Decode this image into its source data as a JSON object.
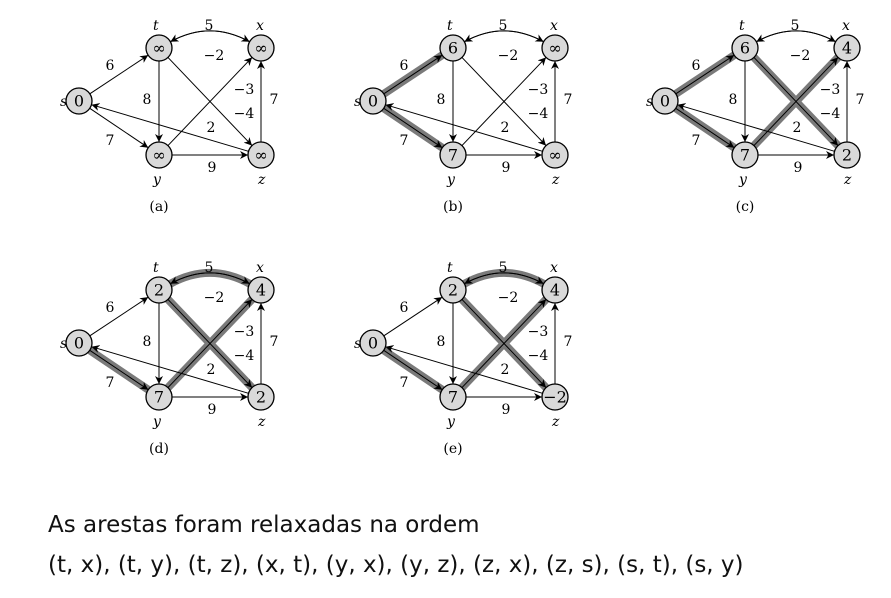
{
  "nodes": [
    {
      "id": "s",
      "label": "s"
    },
    {
      "id": "t",
      "label": "t"
    },
    {
      "id": "x",
      "label": "x"
    },
    {
      "id": "y",
      "label": "y"
    },
    {
      "id": "z",
      "label": "z"
    }
  ],
  "edges": [
    {
      "from": "s",
      "to": "t",
      "weight": "6"
    },
    {
      "from": "s",
      "to": "y",
      "weight": "7"
    },
    {
      "from": "t",
      "to": "x",
      "weight": "5"
    },
    {
      "from": "x",
      "to": "t",
      "weight": "−2"
    },
    {
      "from": "t",
      "to": "y",
      "weight": "8"
    },
    {
      "from": "t",
      "to": "z",
      "weight": "−4"
    },
    {
      "from": "y",
      "to": "x",
      "weight": "−3"
    },
    {
      "from": "y",
      "to": "z",
      "weight": "9"
    },
    {
      "from": "z",
      "to": "x",
      "weight": "7"
    },
    {
      "from": "z",
      "to": "s",
      "weight": "2"
    }
  ],
  "panels": [
    {
      "caption": "(a)",
      "values": {
        "s": "0",
        "t": "∞",
        "x": "∞",
        "y": "∞",
        "z": "∞"
      },
      "highlight": []
    },
    {
      "caption": "(b)",
      "values": {
        "s": "0",
        "t": "6",
        "x": "∞",
        "y": "7",
        "z": "∞"
      },
      "highlight": [
        "s-t",
        "s-y"
      ]
    },
    {
      "caption": "(c)",
      "values": {
        "s": "0",
        "t": "6",
        "x": "4",
        "y": "7",
        "z": "2"
      },
      "highlight": [
        "s-t",
        "s-y",
        "y-x",
        "t-z"
      ]
    },
    {
      "caption": "(d)",
      "values": {
        "s": "0",
        "t": "2",
        "x": "4",
        "y": "7",
        "z": "2"
      },
      "highlight": [
        "s-y",
        "y-x",
        "x-t",
        "t-z"
      ]
    },
    {
      "caption": "(e)",
      "values": {
        "s": "0",
        "t": "2",
        "x": "4",
        "y": "7",
        "z": "−2"
      },
      "highlight": [
        "s-y",
        "y-x",
        "x-t",
        "t-z"
      ]
    }
  ],
  "caption": {
    "line1": "As arestas foram relaxadas na ordem",
    "line2": "(t, x), (t, y), (t, z), (x, t), (y, x), (y, z), (z, x), (z, s), (s, t), (s, y)"
  }
}
